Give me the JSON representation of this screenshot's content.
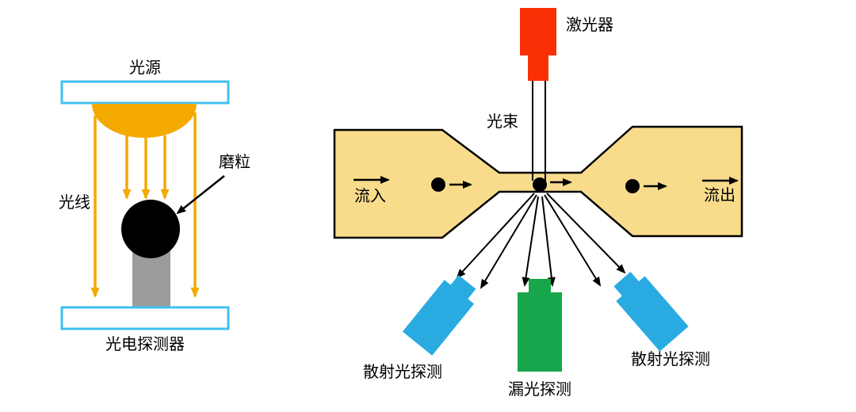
{
  "left": {
    "light_source_label": "光源",
    "light_ray_label": "光线",
    "particle_label": "磨粒",
    "detector_label": "光电探测器"
  },
  "right": {
    "laser_label": "激光器",
    "beam_label": "光束",
    "inflow_label": "流入",
    "outflow_label": "流出",
    "scatter_left_label": "散射光探测",
    "leak_label": "漏光探测",
    "scatter_right_label": "散射光探测"
  },
  "colors": {
    "cyan_outline": "#3fc1f3",
    "beam_orange": "#f3a900",
    "gray_pillar": "#9c9c9c",
    "laser_red": "#f93005",
    "channel_yellow": "#f8dc8c",
    "detector_blue": "#29abe2",
    "detector_green": "#17a64b",
    "ink": "#000000",
    "background": "#ffffff"
  }
}
